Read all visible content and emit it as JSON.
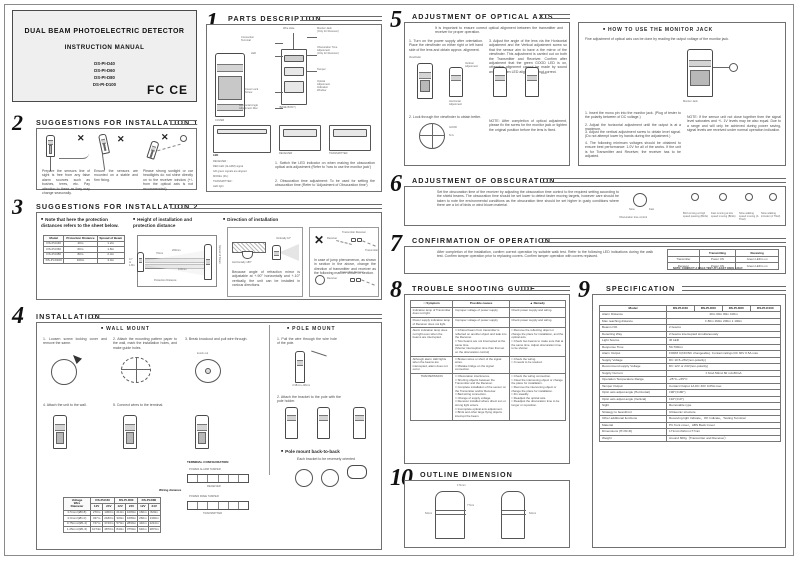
{
  "cover": {
    "title_line1": "DUAL BEAM PHOTOELECTRIC DETECTOR",
    "title_line2": "INSTRUCTION MANUAL",
    "models": [
      "DS-PI-D40",
      "DS-PI-D60",
      "DS-PI-D80",
      "DS-PI-D100"
    ],
    "marks": "FC  CE"
  },
  "sections": {
    "s1": {
      "num": "1",
      "title": "PARTS DESCRIPTION"
    },
    "s2": {
      "num": "2",
      "title": "SUGGESTIONS FOR INSTALLATION 1"
    },
    "s3": {
      "num": "3",
      "title": "SUGGESTIONS FOR INSTALLATION 2"
    },
    "s4": {
      "num": "4",
      "title": "INSTALLATION"
    },
    "s5": {
      "num": "5",
      "title": "ADJUSTMENT OF OPTICAL AXIS"
    },
    "s6": {
      "num": "6",
      "title": "ADJUSTMENT OF OBSCURATION"
    },
    "s7": {
      "num": "7",
      "title": "CONFIRMATION OF OPERATION"
    },
    "s8": {
      "num": "8",
      "title": "TROUBLE SHOOTING GUIDE"
    },
    "s9": {
      "num": "9",
      "title": "SPECIFICATION"
    },
    "s10": {
      "num": "10",
      "title": "OUTLINE DIMENSION"
    }
  },
  "parts": {
    "labels": {
      "wire_hole": "Wire Hole",
      "monitor_jack": "Monitor Jack\n(Only for Receiver)",
      "connection_terminal": "Connection\nTerminal",
      "led": "LED",
      "obscuration": "Obscuration Time\nAdjustment\n(Only for Receiver)",
      "tamper": "Tamper",
      "optical_adjust": "Optical\nAdjustment\nIndication\nWindow",
      "cover_lock": "Cover Lock\nScrew",
      "cover": "COVER",
      "horizontal": "Horizontal Angle\nAdjustment Disc",
      "base_body": "(BASE BODY)",
      "receiver": "RECEIVER",
      "transmitter": "TRANSMITTER"
    },
    "led_legend_title": "LED",
    "led_legend": [
      "RECEIVER :",
      "RED LED (ALARM) signal",
      "GR green signals are aligned",
      "MODEL (Rx) :",
      "TRANSMITTER :",
      "LED light",
      "Axis indication lamp",
      "Beam pilot : Green lamp"
    ],
    "notes": [
      "1. Switch the LED indicator on when making the obscuration optical axis adjustment (Refer to 'how to use the monitor jack')",
      "2. Obscuration time adjustment: To be used for setting the obscuration time (Refer to 'Adjustment of Obscuration time')"
    ]
  },
  "suggestions1": {
    "items": [
      "Prepare the sensors line of sight is free from any false alarm sources such as bushes, trees, etc. Pay attention to these as they may change seasonally.",
      "Ensure the sensors are mounted on a stable and firm fixing.",
      "Please strong sunlight or car headlights do not shine directly on to the receiver window (+/- from the optical axis is not recommended)."
    ]
  },
  "suggestions2": {
    "bullets": [
      "Note that here the protection distances refers to the sheet below.",
      "Height of installation and protection distance",
      "Direction of installation"
    ],
    "table": {
      "headers": [
        "Model",
        "Protection Distance",
        "Spread of Beam"
      ],
      "rows": [
        [
          "DS-PI-D40",
          "40m",
          "1.2m"
        ],
        [
          "DS-PI-D60",
          "60m",
          "1.8m"
        ],
        [
          "DS-PI-D80",
          "80m",
          "2.4m"
        ],
        [
          "DS-PI-D100",
          "100m",
          "3.0m"
        ]
      ]
    },
    "diagram_labels": {
      "protection_distance": "Protection Distance",
      "spread_of_beam": "Spread of Beam",
      "d70mm": "70mm",
      "d200mm": "200mm",
      "d100mm": "100mm",
      "h07": "0.7\nto\n1.8m"
    },
    "direction": {
      "vertical": "Vertically 10°",
      "horizontal": "Horizontally 180°",
      "note": "Because angle of refraction mirror is adjustable at +-90° horizontally and +-10° vertically, the unit can be installed in various directions."
    },
    "jump": {
      "note": "In case of jump phenomenon, as shown in section in the above, change the direction of transmitter and receiver as the following manner shown in section.",
      "lbl_tr": "Transmitter Receiver",
      "lbl_rx": "Receiver",
      "lbl_tx": "Transmitter"
    }
  },
  "installation": {
    "wall_mount": "WALL  MOUNT",
    "pole_mount": "POLE  MOUNT",
    "pole_back_title": "Pole mount back-to-back",
    "pole_back_note": "Each bracket to be reversely oriented",
    "wall_steps": [
      "1. Loosen screw locking cover and remove the same.",
      "2. Attach the mounting pattern paper to the wall, mark the installation holes, and make guide holes.",
      "3. Break knockout and pull wire through.",
      "4. Attach the unit to the wall.",
      "5. Connect wires to the terminal."
    ],
    "pole_steps": [
      "1. Pull the wire through the wire hole of the pole.",
      "2. Attach the bracket to the pole with the pole holder."
    ],
    "knock_out": "knock out",
    "terminal_title": "TERMINAL CONFIGURATION",
    "terminal_receiver_head": "POWER  ALARM  TAMPER",
    "terminal_receiver": "RECEIVER",
    "terminal_transmitter_head": "POWER   FREE   TAMPER",
    "terminal_transmitter": "TRANSMITTER",
    "wiring_title": "Wiring distance",
    "wiring": {
      "corner": "Voltage\nWire\nDiameter",
      "models": [
        "DS-PI-D40",
        "DS-PI-D60",
        "DS-PI-D80"
      ],
      "volts": [
        "12V",
        "24V",
        "12V",
        "24V",
        "12V",
        "24V"
      ],
      "rows": [
        [
          "0.5mm²(Ø0.8)",
          "270m",
          "1360m",
          "210m",
          "1080m",
          "160m",
          "820m"
        ],
        [
          "0.9mm²(Ø1.0)",
          "437m",
          "2180m",
          "330m",
          "1680m",
          "260m",
          "1300m"
        ],
        [
          "0.75mm²(Ø1.2)",
          "747m",
          "3740m",
          "570m",
          "2890m",
          "440m",
          "2210m"
        ],
        [
          "1.25mm²(Ø1.6)",
          "1074m",
          "4870m",
          "840m",
          "3750m",
          "640m",
          "2870m"
        ]
      ]
    }
  },
  "optical_axis": {
    "intro": "It is important to ensure correct optical alignment between the transmitter and receiver for proper operation.",
    "steps": [
      "1. Turn on the power supply after orientation. Place the viewfinder on either right or left hand side of the lens and obtain approx. alignment.",
      "2. Look through the viewfinder to obtain better.",
      "3. Adjust the angle of the lens via the Horizontal adjustment and the Vertical adjustment screw so that the sensor aim to have a the mirror of the viewfinder. This adjustment is carried out on both the Transmitter and Receiver. Confirm after adjustment that the green GOOD LED is on, otherwise alignment cannot be made by sound and the green LED alignment is not correct."
    ],
    "note": "NOTE: After completion of optical adjustment, please fix the screw for the monitor jack or tighten the original position before the lens is fixed.",
    "labels": {
      "viewfinder": "Viewfinder",
      "vertical": "Vertical\nAdjustment",
      "horizontal": "Horizontal\nAdjustment",
      "lens": "Lens",
      "good": "GOOD",
      "ng": "N.G."
    }
  },
  "monitor_jack": {
    "title": "HOW TO USE THE MONITOR JACK",
    "intro": "Fine adjustment of optical axis can be done by reading the output voltage of the monitor jack.",
    "caption": "Monitor Jack",
    "steps": [
      "1. Insert the mono pin into the monitor jack. (Plug of tester to the polarity between of DC voltage.)",
      "2. Adjust the horizontal adjustment until the output is at a maximum.",
      "3. Adjust the vertical adjustment screw to obtain level signal. (Do not attempt lower by hands during the adjustment.)",
      "4. The following minimum voltages should be obtained to ensure best performance: 1.0V for all of the works. If the unit is for Transmitter and Receiver, the receiver has to be adjusted.",
      "NOTE: If the sensor unit not close together then the signal level saturates and +/- 1V levels may be also equal. Due to a range and will only be achieved during power saving, signal levels are received under normal operation indication."
    ]
  },
  "obscuration": {
    "text": "Set the obscuration time of the receiver by adjusting the obscuration time control to the required setting according to the shield beams. The obscuration time should be set lower to detect faster moving targets, however care should be taken to note the environmental conditions as the obscuration time should be set higher in gusty conditions where there are a lot of birds or wind blown material.",
    "labels": [
      "Slow",
      "Fast",
      "Obscuration time control"
    ],
    "captions": [
      "Bird coming at high speed passing (Birds)",
      "Fast running at low speed moving (Birds)",
      "Slow walking speed moving (A Thief)",
      "Slow walking intruder (A Thief)"
    ]
  },
  "confirmation": {
    "text": "After completion of the installation, confirm correct operation by suitable walk test. Refer to the following LED indications during the walk test. Confirm tamper operation prior to replacing covers. Confirm tamper operation with covers replaced.",
    "table": {
      "headers": [
        "",
        "Condition",
        "Condition"
      ],
      "col_headers": [
        "",
        "Transmitting",
        "Receiving"
      ],
      "rows": [
        [
          "Transmitter",
          "Power ON",
          "Green LED is on"
        ],
        [
          "Receiver",
          "Power ON",
          "Green LED is on"
        ]
      ]
    },
    "note": "NOTE: CONDUCT A WALK TEST AT LEAST ONCE A DAY."
  },
  "trouble": {
    "headers": [
      "□ Symptom",
      "Possible causes",
      "▲ Remedy"
    ],
    "rows": [
      [
        "Indication lamp of Transmitter does not light.",
        "Improper voltage of power supply",
        "Check power supply and wiring."
      ],
      [
        "Power supply indication lamp of Receiver does not light.",
        "Improper voltage of power supply",
        "Check power supply and wiring."
      ],
      [
        "Alarm indication lamp does not light even when the beams are interrupted.",
        "□ Infrared beam from transmitter is reflected on another object and leak into the Receiver.\n□ Two beams are not intercepted at the same time.\n(Shorter interception time than that set on the obscuration control)",
        "□ Remove the reflecting object or change the place for installation, and the optical axis.\n□ Check two beams to make sure that at the same time. Adjust obscuration time to be shorter."
      ],
      [
        "Although alarm LED lights when the beams are intercepted, alarm does not occur.",
        "□ Broken wires or short of the signal wires.\n□ Mistake bridge on the signal connection.",
        "□ Check the wiring.\n□ It needs to be rewired."
      ],
      [
        "TRANSMISSION",
        "□ Obscuration interference.\n□ Shorting objects between the Transmitter and the Receiver.\n□ Complete installation of the sensor on the Transmitter and/or Receiver.\n□ Bad wiring connection.\n□ Change of supply voltage.\n□ Receiver installed where direct sun or strong light enters.\n□ Incomplete optical axis adjustment.\n□ Birds and other large flying objects interrupt the beam.",
        "□ Check the wiring connection.\n□ Clear the intervening object or change the place for installation.\n□ Remove the intervening object or change the place for installation.\n□ Fix steadily.\n□ Readjust the optical axis.\n□ Readjust the obscuration time to be longer or reposition."
      ]
    ]
  },
  "specification": {
    "headers": [
      "Model",
      "DS-PI-D40",
      "DS-PI-D60",
      "DS-PI-D80",
      "DS-PI-D100"
    ],
    "rows": [
      {
        "k": "Alarm Distance",
        "span": "40m 60m 80m 100m"
      },
      {
        "k": "Max reaching distance",
        "span": "± 80m 160m 200m 1 100m"
      },
      {
        "k": "Beams NO.",
        "span": "2 beams"
      },
      {
        "k": "Detecting Way",
        "span": "2 beams intercepted simultaneously"
      },
      {
        "k": "Light Source",
        "span": "IR LED"
      },
      {
        "k": "Response Time",
        "span": "50-700ms"
      },
      {
        "k": "Alarm Output",
        "span": "FORM C(NO/NC changeable). Contact ratings DC 30V 0.5A max"
      },
      {
        "k": "Supply Voltage",
        "span": "DC 10.5~26V(non-polarity)"
      },
      {
        "k": "Recommend supply Voltage",
        "span": "DC 12V or 24V(non-polarity)"
      },
      {
        "k": "Supply Current",
        "span": "± 6mA 50mA 60 mA 80mA"
      },
      {
        "k": "Operation Temperature Range",
        "span": "-25°C~+55°C"
      },
      {
        "k": "Tamper Output",
        "span": "Contact Output 1A DC 30V 0.05A max"
      },
      {
        "k": "Optic axis adjust angle (Horizontal)",
        "span": "±90°(±180°)"
      },
      {
        "k": "Optic axis adjust angle (Vertical)",
        "span": "±10°(±10°)"
      },
      {
        "k": "Sight",
        "span": "Removable type"
      },
      {
        "k": "Strategy to beamfront",
        "span": "Ultrasonic structure"
      },
      {
        "k": "Other additional functions",
        "span": "Receiving light Indicate、OK Indicate、Testing Terminal"
      },
      {
        "k": "Material",
        "span": "PC front cover、ABS Back Cover"
      },
      {
        "k": "Dimensions (H×W×D)",
        "span": "171mm×62mm×77mm"
      },
      {
        "k": "Weight",
        "span": "Around 600g（Transmitter and Receiver）"
      }
    ]
  },
  "outline": {
    "dims": [
      "171mm",
      "62mm",
      "77mm",
      "62mm"
    ],
    "labels": [
      "Fixing Hole",
      "Mounting\nHole"
    ]
  }
}
